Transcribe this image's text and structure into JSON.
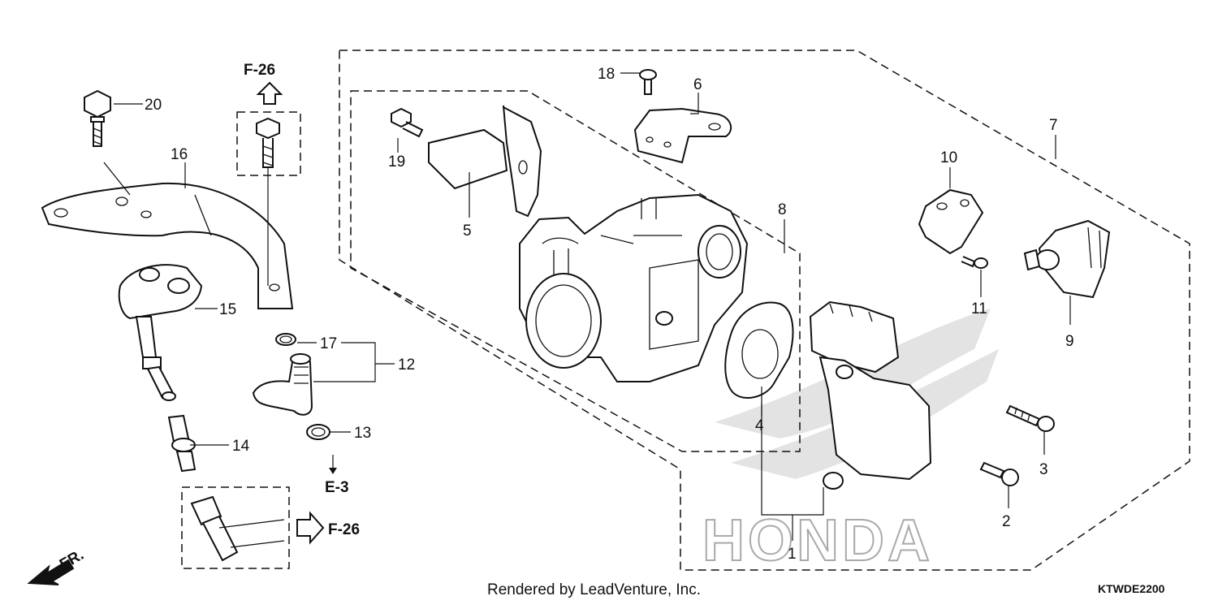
{
  "callouts": {
    "c1": "1",
    "c2": "2",
    "c3": "3",
    "c4": "4",
    "c5": "5",
    "c6": "6",
    "c7": "7",
    "c8": "8",
    "c9": "9",
    "c10": "10",
    "c11": "11",
    "c12": "12",
    "c13": "13",
    "c14": "14",
    "c15": "15",
    "c16": "16",
    "c17": "17",
    "c18": "18",
    "c19": "19",
    "c20": "20"
  },
  "references": {
    "f26_top": "F-26",
    "f26_bottom": "F-26",
    "e3": "E-3",
    "front": "FR."
  },
  "footer": {
    "credit": "Rendered by LeadVenture, Inc.",
    "code": "KTWDE2200"
  },
  "watermark": "HONDA",
  "colors": {
    "ink": "#111111",
    "watermark": "#aaaaaa"
  }
}
